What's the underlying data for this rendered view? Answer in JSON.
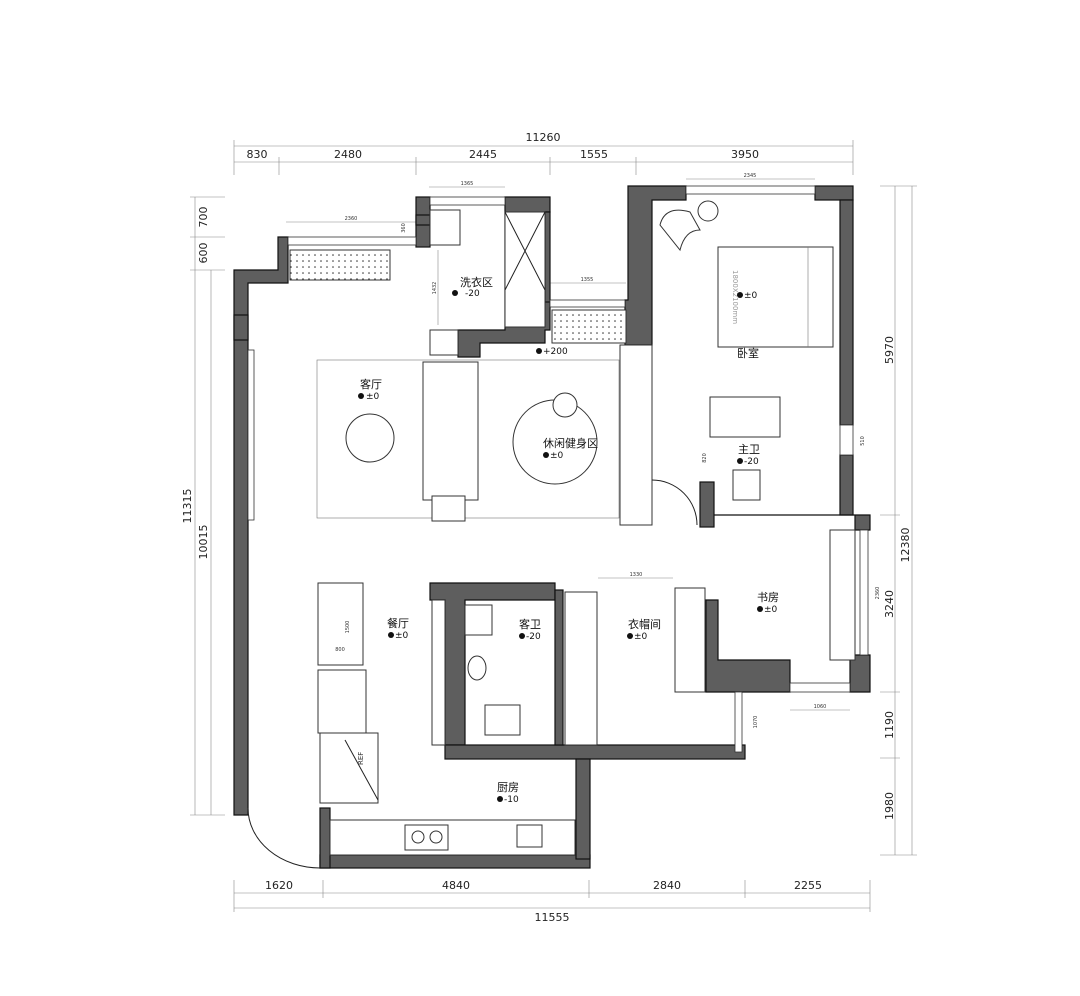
{
  "dimensions": {
    "top_total": "11260",
    "top": [
      "830",
      "2480",
      "2445",
      "1555",
      "3950"
    ],
    "bottom": [
      "1620",
      "4840",
      "2840",
      "2255"
    ],
    "bottom_total": "11555",
    "left_outer": "11315",
    "left_inner": "10015",
    "left_top": [
      "700",
      "600"
    ],
    "right": [
      "5970",
      "3240",
      "1190",
      "1980"
    ],
    "right_total": "12380",
    "small": {
      "laundry_window": "1365",
      "living_window": "2360",
      "living_window_depth": "360",
      "laundry_depth": "1432",
      "balcony_window": "1355",
      "bedroom_window": "2345",
      "master_bath_window": "510",
      "master_bath_depth": "820",
      "study_side_window": "2360",
      "study_bottom_window": "1060",
      "closet_width": "1330",
      "corridor_depth": "1070",
      "dining_table_length": "1500",
      "dining_table_width": "800"
    }
  },
  "rooms": [
    {
      "name": "洗衣区",
      "level": "-20"
    },
    {
      "name": "客厅",
      "level": "±0"
    },
    {
      "name": "休闲健身区",
      "level": "±0"
    },
    {
      "name": "卧室",
      "level": "±0"
    },
    {
      "name": "主卫",
      "level": "-20"
    },
    {
      "name": "书房",
      "level": "±0"
    },
    {
      "name": "餐厅",
      "level": "±0"
    },
    {
      "name": "客卫",
      "level": "-20"
    },
    {
      "name": "衣帽间",
      "level": "±0"
    },
    {
      "name": "厨房",
      "level": "-10"
    }
  ],
  "step_level": "+200",
  "bed_label": "1800X2100mm",
  "fridge_label": "REF"
}
